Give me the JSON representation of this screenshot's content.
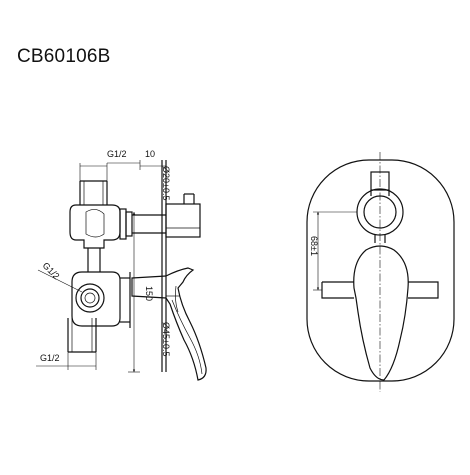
{
  "title": "CB60106B",
  "side_view": {
    "dim_thread_top": "G1/2",
    "dim_depth": "10",
    "dim_thread_left": "G1/2",
    "dim_thread_bottom": "G1/2",
    "dim_height": "150",
    "dim_diameter_small": "Ø20±0.5",
    "dim_diameter_large": "Ø45±0.5"
  },
  "front_view": {
    "dim_spacing": "68±1"
  }
}
